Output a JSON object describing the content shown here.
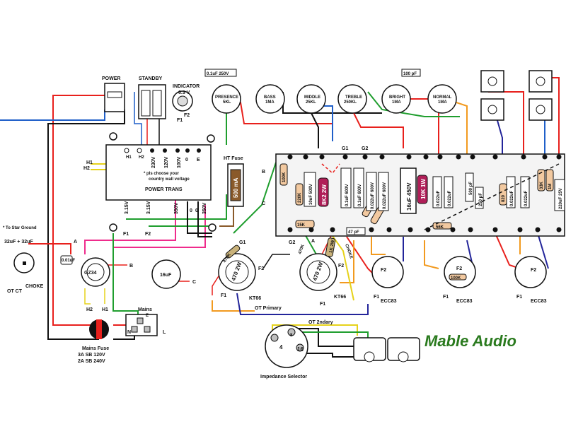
{
  "labels": {
    "power": "POWER",
    "standby": "STANDBY",
    "indicator": "INDICATOR",
    "indicator_v": "6.3 V",
    "f1": "F1",
    "f2": "F2",
    "h1": "H1",
    "h2": "H2",
    "v230": "230V",
    "v120": "120V",
    "v100": "100V",
    "zero": "0",
    "e": "E",
    "star": "*",
    "choose1": "* pls choose your",
    "choose2": "country wall voltage",
    "power_trans": "POWER TRANS",
    "v315": "3.15V",
    "v350": "350V",
    "ht_fuse": "HT Fuse",
    "ht_fuse_val": "500 mA",
    "to_star": "* To Star Ground",
    "cap32": "32uF + 32uF",
    "ot_ct": "OT CT",
    "choke": "CHOKE",
    "a": "A",
    "b": "B",
    "c": "C",
    "gz34": "GZ34",
    "cap_001": "0.01uF",
    "cap16": "16uF",
    "mains": "Mains",
    "n": "N",
    "l": "L",
    "mains_fuse": "Mains Fuse",
    "fuse120": "3A SB 120V",
    "fuse240": "2A SB 240V",
    "g1": "G1",
    "g2": "G2",
    "r470": "470 2W",
    "r1k": "1K 2W",
    "kt66": "KT66",
    "ot_primary": "OT Primary",
    "ot_2ndary": "OT 2ndary",
    "imp_sel": "Impedance Selector",
    "tap4": "4",
    "tap8": "8",
    "tap16": "16",
    "presence": "PRESENCE",
    "presence_v": "5KL",
    "bass": "BASS",
    "bass_v": "1MA",
    "middle": "MIDDLE",
    "middle_v": "25KL",
    "treble": "TREBLE",
    "treble_v": "250KL",
    "bright": "BRIGHT",
    "bright_v": "1MA",
    "normal": "NORMAL",
    "normal_v": "1MA",
    "cap_01_250": "0.1uF 250V",
    "cap_100p": "100 pF",
    "r8k2": "8K2 2W",
    "cap_01_600": "0.1uF 600V",
    "cap_022_600": "0.022uF 600V",
    "cap_022": "0.022uF",
    "cap_16_450": "16uF 450V",
    "r10k": "10K 1W",
    "r250": "250 pF",
    "r500": "500 pF",
    "r15k": "15K",
    "r56k": "56K",
    "r47p": "47 pF",
    "r100k": "100K",
    "r220k": "220K",
    "r470k": "470K",
    "r820": "820",
    "r33k": "33K",
    "r1m": "1M",
    "cap_220_25": "220uF 25V",
    "cap_10_500": "10uF 500V",
    "ecc83": "ECC83",
    "brand": "Mable Audio"
  },
  "colors": {
    "red": "#e8201c",
    "black": "#111111",
    "blue": "#1f5fc9",
    "green": "#1f9e2e",
    "yellow": "#e6d21a",
    "pink": "#ef2c8c",
    "orange": "#f29a1f",
    "navy": "#23259a",
    "brown": "#8a5a2a",
    "gray": "#bfbfbf",
    "brand": "#2a7a1e"
  }
}
